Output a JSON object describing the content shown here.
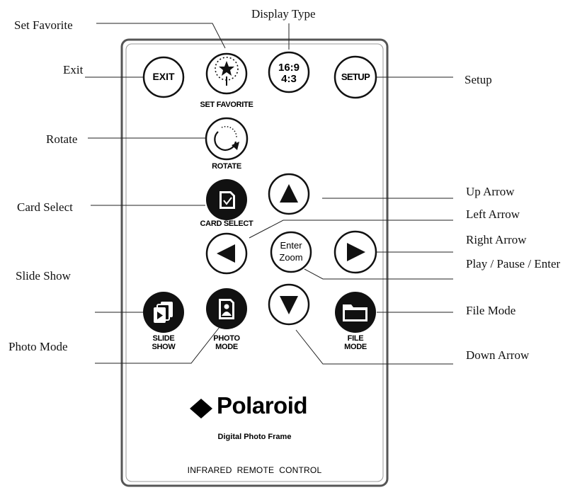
{
  "callouts": {
    "set_favorite": "Set Favorite",
    "display_type": "Display Type",
    "exit": "Exit",
    "setup": "Setup",
    "rotate": "Rotate",
    "up_arrow": "Up Arrow",
    "card_select": "Card Select",
    "left_arrow": "Left Arrow",
    "right_arrow": "Right Arrow",
    "play_pause_enter": "Play / Pause / Enter",
    "slide_show": "Slide Show",
    "file_mode": "File Mode",
    "photo_mode": "Photo Mode",
    "down_arrow": "Down Arrow"
  },
  "buttons": {
    "exit": "EXIT",
    "setup": "SETUP",
    "display_169": "16:9",
    "display_43": "4:3",
    "enter": "Enter",
    "zoom": "Zoom"
  },
  "button_labels": {
    "set_favorite": "SET FAVORITE",
    "rotate": "ROTATE",
    "card_select": "CARD SELECT",
    "slide_line1": "SLIDE",
    "slide_line2": "SHOW",
    "photo_line1": "PHOTO",
    "photo_line2": "MODE",
    "file_line1": "FILE",
    "file_line2": "MODE"
  },
  "brand": {
    "name": "Polaroid",
    "subtitle": "Digital Photo Frame",
    "footer": "INFRARED  REMOTE  CONTROL"
  }
}
